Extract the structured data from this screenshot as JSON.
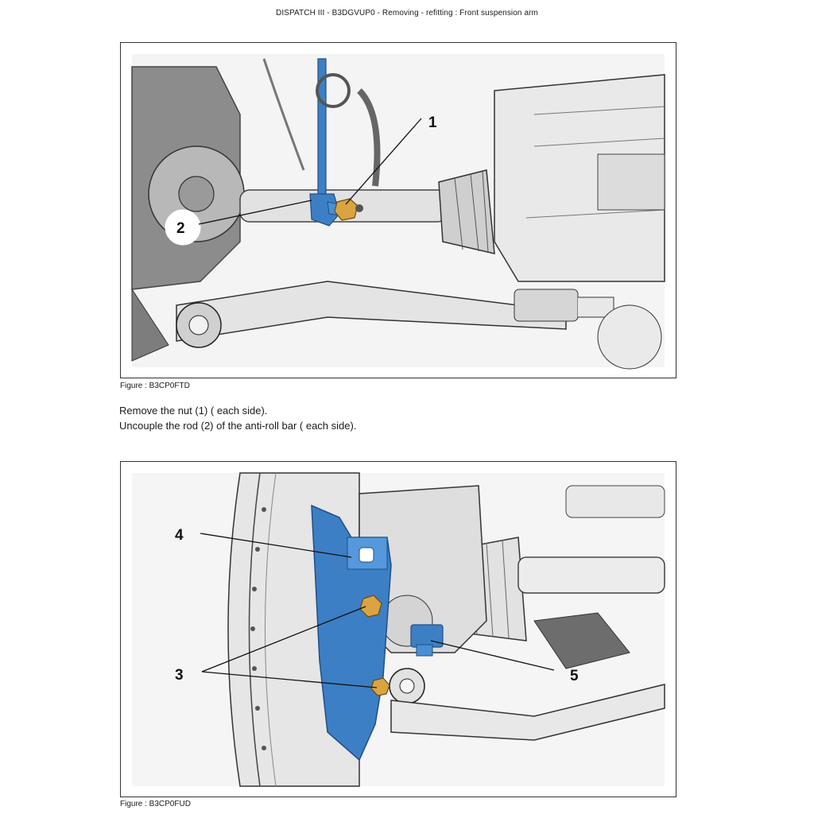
{
  "header": {
    "title": "DISPATCH III - B3DGVUP0 - Removing - refitting : Front suspension arm"
  },
  "figures": [
    {
      "caption": "Figure : B3CP0FTD",
      "callouts": [
        "1",
        "2"
      ]
    },
    {
      "caption": "Figure : B3CP0FUD",
      "callouts": [
        "4",
        "3",
        "5"
      ]
    }
  ],
  "instructions": [
    "Remove the nut (1) ( each side).",
    "Uncouple the rod (2) of the anti-roll bar ( each side)."
  ],
  "colors": {
    "highlight_part": "#3d7fc4",
    "nut": "#d9a441",
    "drawing_gray": "#d8d8d8"
  }
}
